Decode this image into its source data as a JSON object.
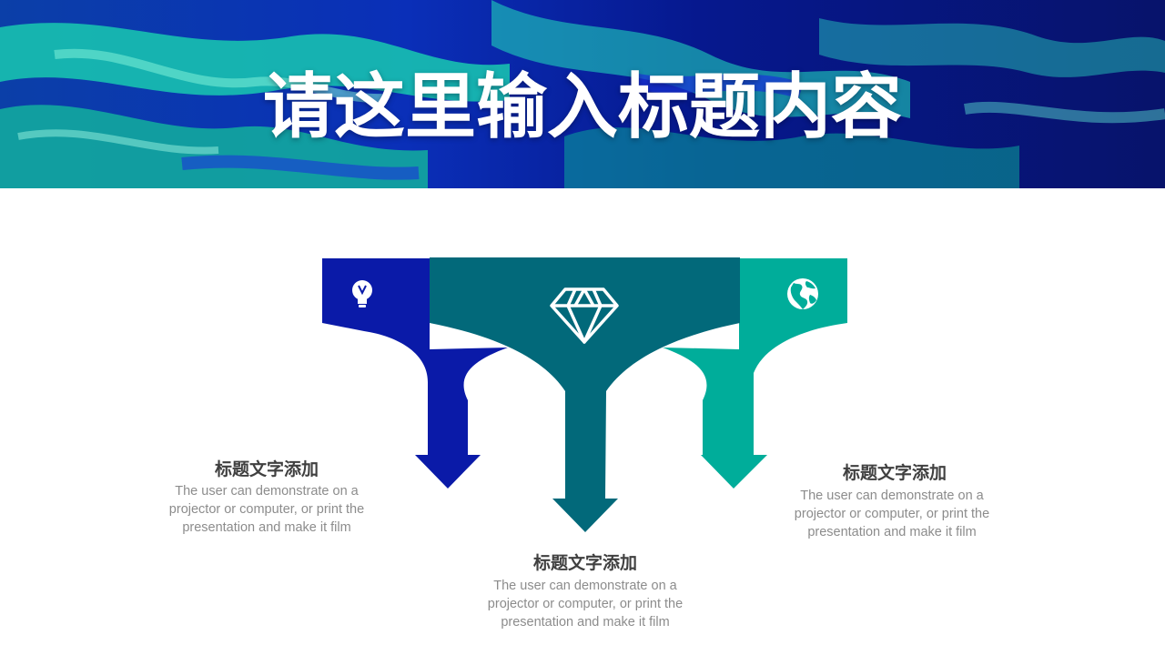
{
  "header": {
    "title": "请这里输入标题内容"
  },
  "colors": {
    "blue": "#0a1aa8",
    "teal_dark": "#02697a",
    "teal_light": "#00ad9a",
    "text_title": "#404040",
    "text_desc": "#8c8c8c"
  },
  "icons": [
    "lightbulb-icon",
    "diamond-icon",
    "globe-icon"
  ],
  "blocks": [
    {
      "title": "标题文字添加",
      "desc_line1": "The user can demonstrate on a",
      "desc_line2": "projector or computer, or print the",
      "desc_line3": "presentation and make it film"
    },
    {
      "title": "标题文字添加",
      "desc_line1": "The user can demonstrate on a",
      "desc_line2": "projector or computer, or print the",
      "desc_line3": "presentation and make it film"
    },
    {
      "title": "标题文字添加",
      "desc_line1": "The user can demonstrate on a",
      "desc_line2": "projector or computer, or print the",
      "desc_line3": "presentation and make it film"
    }
  ]
}
